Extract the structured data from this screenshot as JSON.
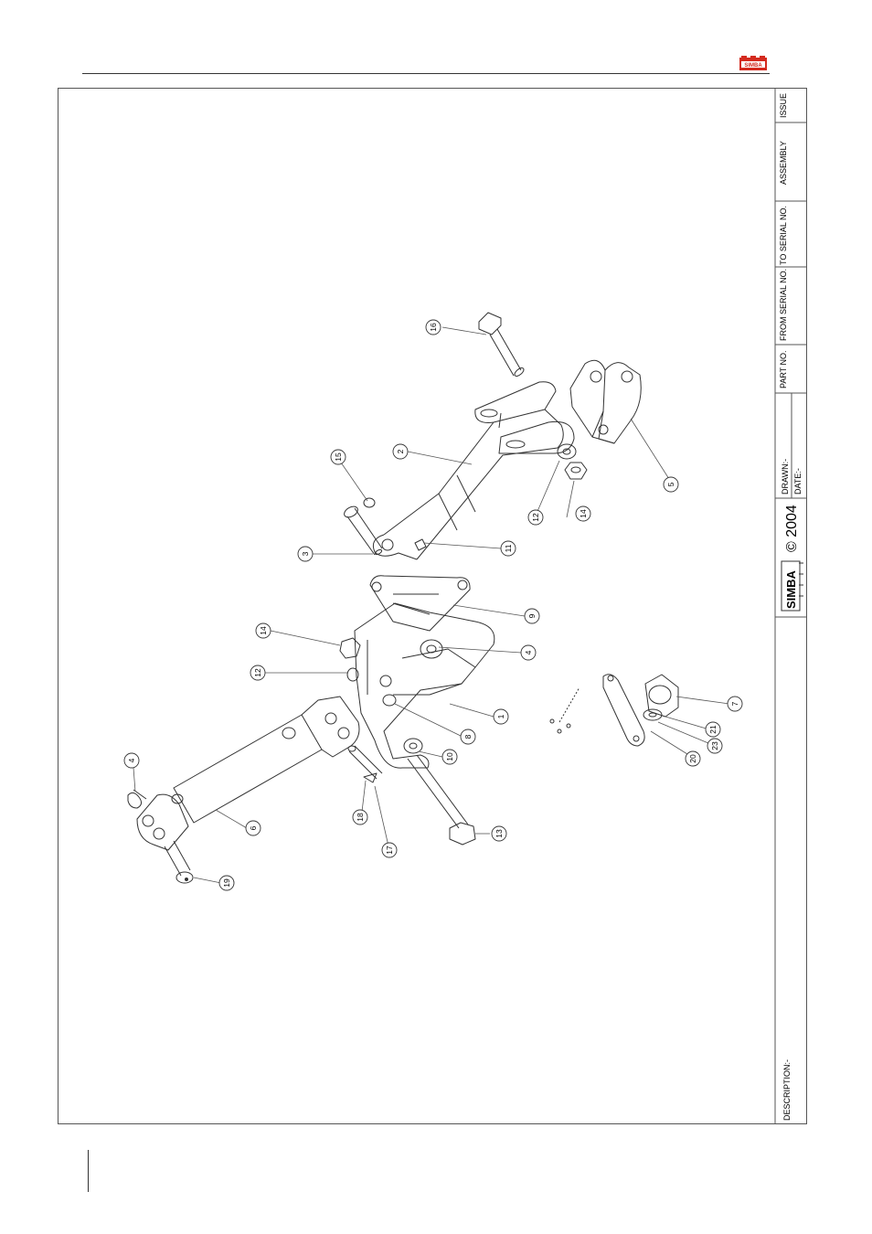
{
  "header": {
    "brand_logo_text": "SIMBA"
  },
  "title_block": {
    "issue_label": "ISSUE",
    "assembly_label": "ASSEMBLY",
    "to_serial_label": "TO SERIAL NO.",
    "from_serial_label": "FROM SERIAL NO.",
    "part_no_label": "PART NO.",
    "drawn_label": "DRAWN:-",
    "date_label": "DATE:-",
    "copyright": "© 2004",
    "logo_text": "SIMBA",
    "description_label": "DESCRIPTION:-"
  },
  "callouts": [
    "16",
    "2",
    "5",
    "15",
    "3",
    "14",
    "12",
    "11",
    "9",
    "4",
    "1",
    "8",
    "10",
    "14",
    "12",
    "13",
    "6",
    "4",
    "18",
    "17",
    "19",
    "7",
    "21",
    "23",
    "20"
  ],
  "colors": {
    "line": "#333333",
    "frame": "#555555",
    "brand_red": "#d42a1e"
  }
}
